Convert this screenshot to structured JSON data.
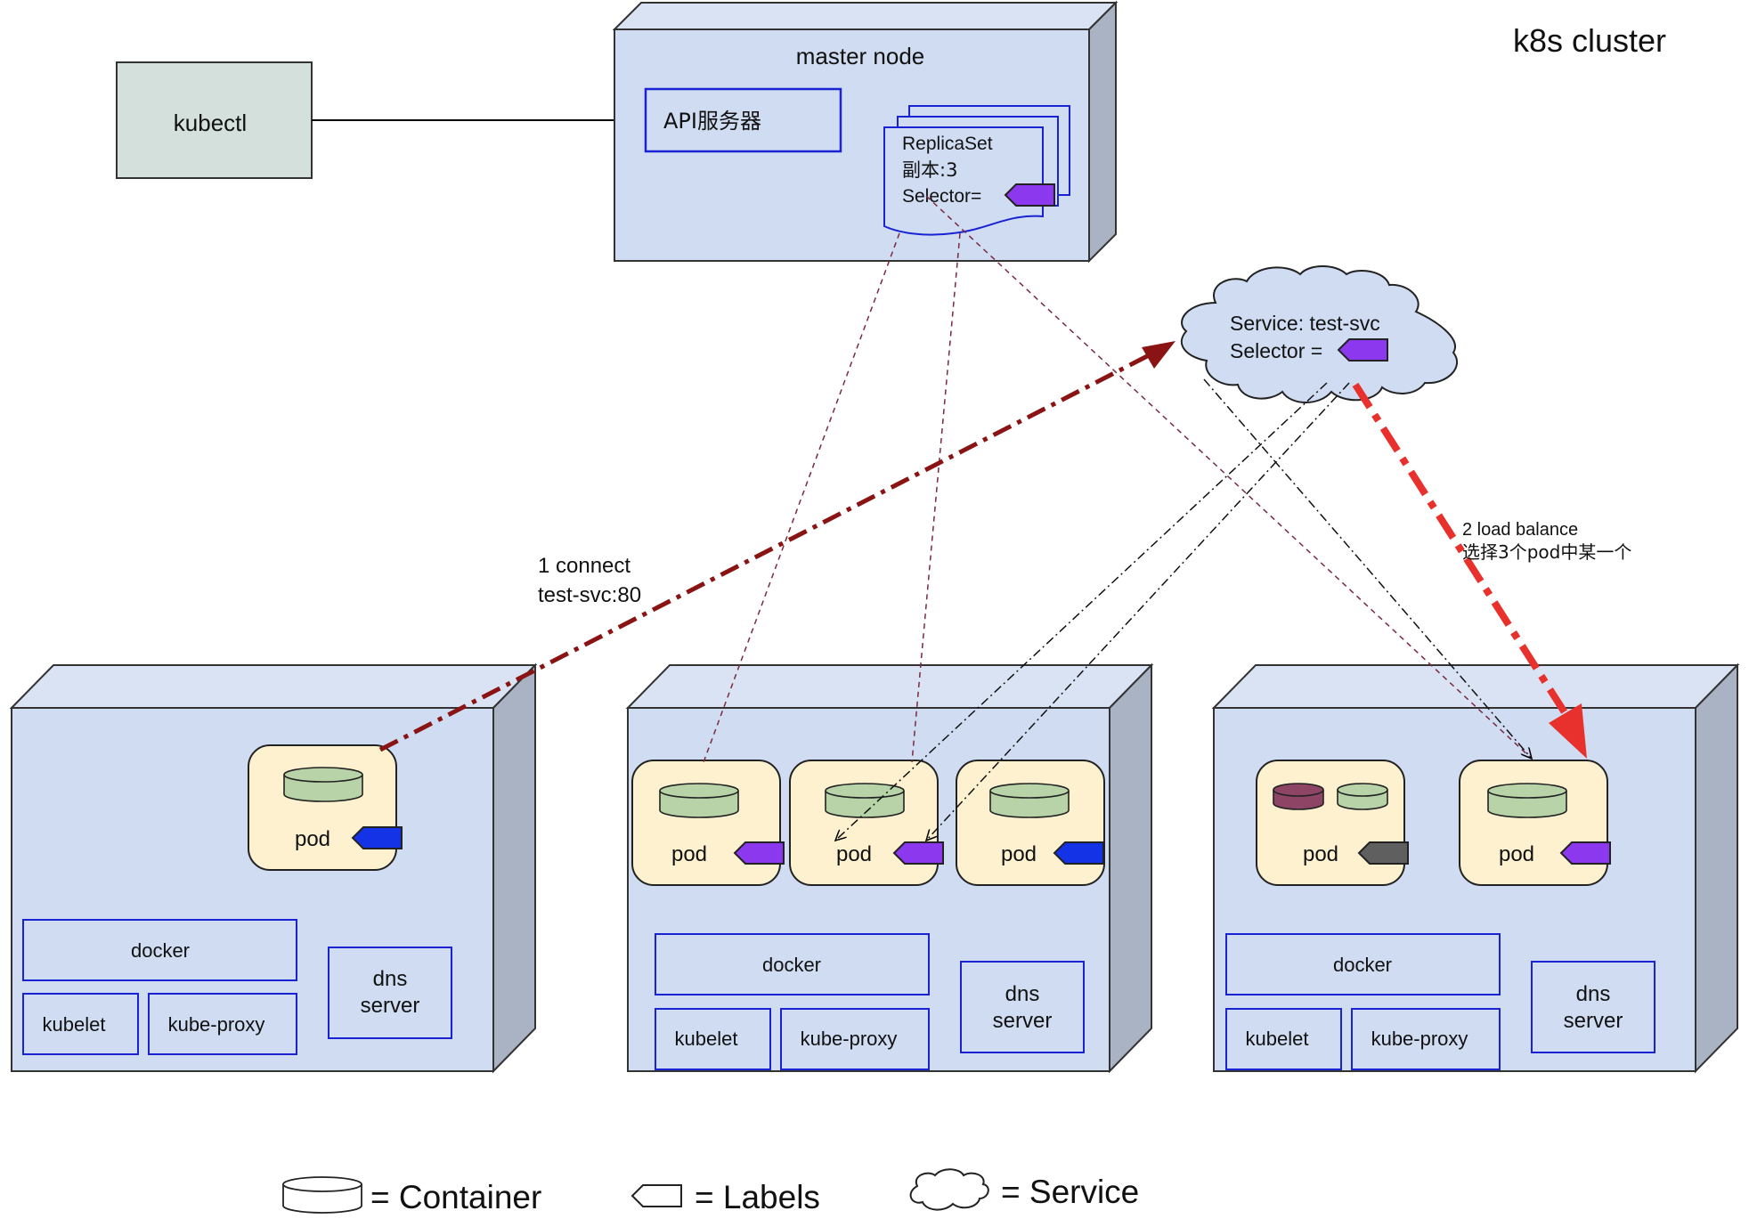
{
  "cluster_title": "k8s cluster",
  "kubectl_label": "kubectl",
  "master": {
    "title": "master node",
    "api_server": "API服务器",
    "replicaset": {
      "line1": "ReplicaSet",
      "line2": "副本:3",
      "line3": "Selector="
    }
  },
  "service": {
    "line1": "Service: test-svc",
    "line2": "Selector ="
  },
  "annotations": {
    "connect_line1": "1 connect",
    "connect_line2": "test-svc:80",
    "balance_line1": "2 load balance",
    "balance_line2": "选择3个pod中某一个"
  },
  "node_components": {
    "pod": "pod",
    "docker": "docker",
    "kubelet": "kubelet",
    "kube_proxy": "kube-proxy",
    "dns_line1": "dns",
    "dns_line2": "server"
  },
  "legend": {
    "container": "= Container",
    "labels": "= Labels",
    "service": "= Service"
  },
  "colors": {
    "box_fill": "#cfdcf2",
    "box_side": "#a9b3c4",
    "kubectl_fill": "#d4e0dc",
    "pod_fill": "#fdf1cf",
    "container_fill": "#b7d3a7",
    "container_dark": "#8e4565",
    "label_purple": "#8b38ef",
    "label_blue": "#1433e6",
    "label_gray": "#5f5f5f",
    "connect_arrow": "#8a1414",
    "balance_arrow": "#e8312c",
    "blue_border": "#1a23d4"
  }
}
